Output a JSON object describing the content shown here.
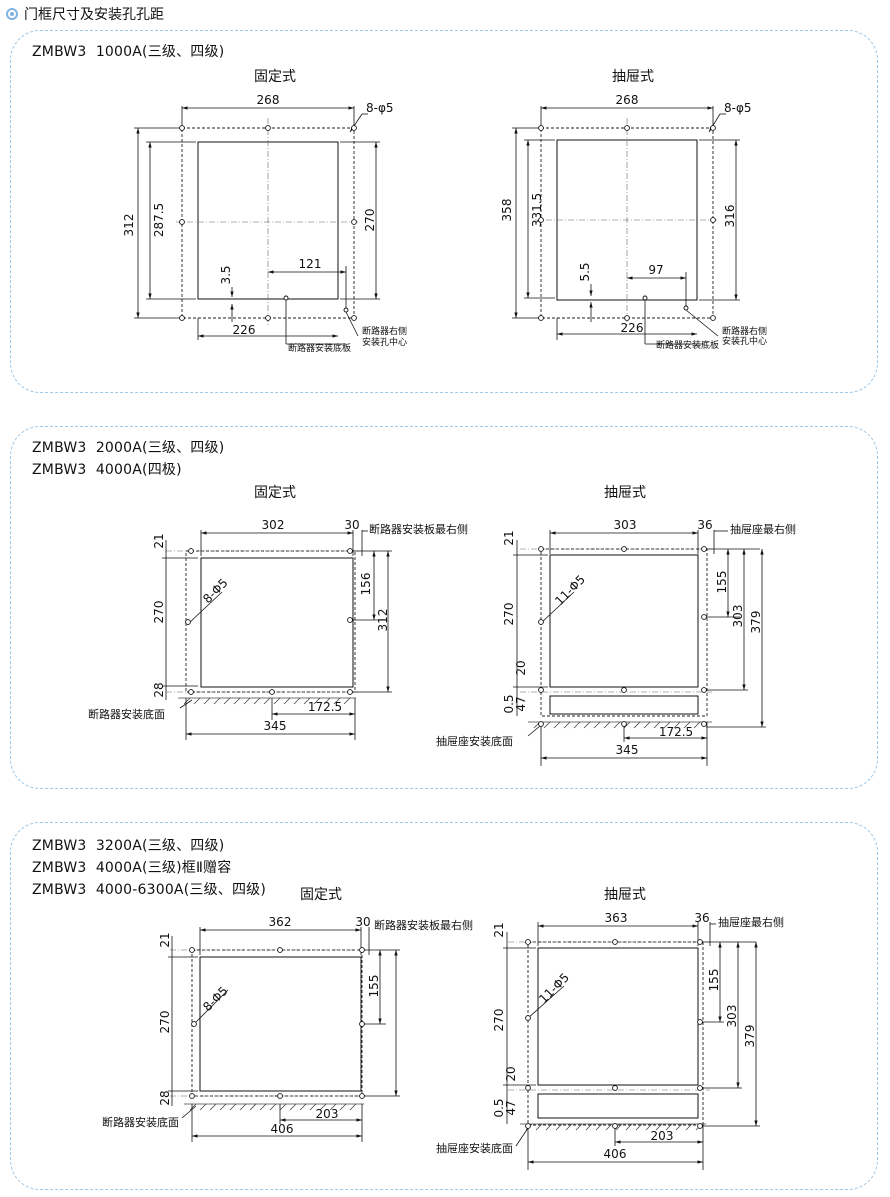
{
  "header": {
    "title": "门框尺寸及安装孔孔距"
  },
  "panel1": {
    "models": [
      "ZMBW3  1000A(三级、四级)"
    ],
    "fixed": {
      "title": "固定式",
      "dims": {
        "width": "268",
        "holes": "8-φ5",
        "height_outer": "312",
        "height_inner": "287.5",
        "height_right": "270",
        "offset": "3.5",
        "hole_span": "121",
        "bottom": "226"
      },
      "labels": {
        "base_plate": "断路器安装底板",
        "right_hole_1": "断路器右侧",
        "right_hole_2": "安装孔中心"
      }
    },
    "drawout": {
      "title": "抽屉式",
      "dims": {
        "width": "268",
        "holes": "8-φ5",
        "height_outer": "358",
        "height_inner": "331.5",
        "height_right": "316",
        "offset": "5.5",
        "hole_span": "97",
        "bottom": "226"
      },
      "labels": {
        "base_plate": "断路器安装底板",
        "right_hole_1": "断路器右侧",
        "right_hole_2": "安装孔中心"
      }
    }
  },
  "panel2": {
    "models": [
      "ZMBW3  2000A(三级、四级)",
      "ZMBW3  4000A(四极)"
    ],
    "fixed": {
      "title": "固定式",
      "dims": {
        "width": "302",
        "right_gap": "30",
        "top": "21",
        "height": "270",
        "bottom_gap": "28",
        "holes": "8-Φ5",
        "right_upper": "156",
        "right_total": "312",
        "half_span": "172.5",
        "total_span": "345"
      },
      "labels": {
        "right_side": "断路器安装板最右侧",
        "base": "断路器安装底面"
      }
    },
    "drawout": {
      "title": "抽屉式",
      "dims": {
        "width": "303",
        "right_gap": "36",
        "top": "21",
        "height": "270",
        "gap_20": "20",
        "offset_05": "0.5",
        "offset_47": "47",
        "holes": "11-Φ5",
        "right_upper": "155",
        "right_mid": "303",
        "right_total": "379",
        "half_span": "172.5",
        "total_span": "345"
      },
      "labels": {
        "right_side": "抽屉座最右侧",
        "base": "抽屉座安装底面"
      }
    }
  },
  "panel3": {
    "models": [
      "ZMBW3  3200A(三级、四级)",
      "ZMBW3  4000A(三级)框Ⅱ赠容",
      "ZMBW3  4000-6300A(三级、四级)"
    ],
    "fixed": {
      "title": "固定式",
      "dims": {
        "width": "362",
        "right_gap": "30",
        "top": "21",
        "height": "270",
        "bottom_gap": "28",
        "holes": "8-Φ5",
        "right_upper": "155",
        "half_span": "203",
        "total_span": "406"
      },
      "labels": {
        "right_side": "断路器安装板最右侧",
        "base": "断路器安装底面"
      }
    },
    "drawout": {
      "title": "抽屉式",
      "dims": {
        "width": "363",
        "right_gap": "36",
        "top": "21",
        "height": "270",
        "gap_20": "20",
        "offset_05": "0.5",
        "offset_47": "47",
        "holes": "11-Φ5",
        "right_upper": "155",
        "right_mid": "303",
        "right_total": "379",
        "half_span": "203",
        "total_span": "406"
      },
      "labels": {
        "right_side": "抽屉座最右侧",
        "base": "抽屉座安装底面"
      }
    }
  }
}
